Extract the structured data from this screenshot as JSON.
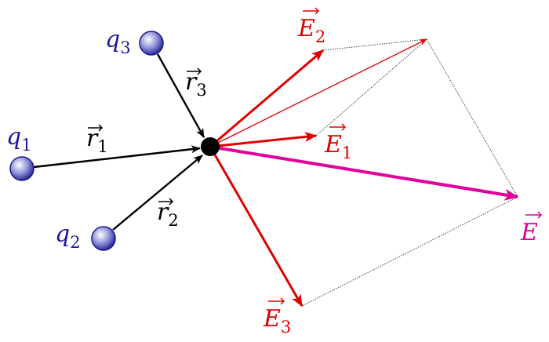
{
  "charges": [
    {
      "name": "q",
      "sub": "1"
    },
    {
      "name": "q",
      "sub": "2"
    },
    {
      "name": "q",
      "sub": "3"
    }
  ],
  "vectors_r": [
    {
      "name": "r",
      "sub": "1"
    },
    {
      "name": "r",
      "sub": "2"
    },
    {
      "name": "r",
      "sub": "3"
    }
  ],
  "fields": [
    {
      "name": "E",
      "sub": "1"
    },
    {
      "name": "E",
      "sub": "2"
    },
    {
      "name": "E",
      "sub": "3"
    }
  ],
  "total_field": {
    "name": "E"
  },
  "colors": {
    "charge": "#1a1a9a",
    "field": "#e00000",
    "total": "#e0009a",
    "r": "#000000"
  }
}
